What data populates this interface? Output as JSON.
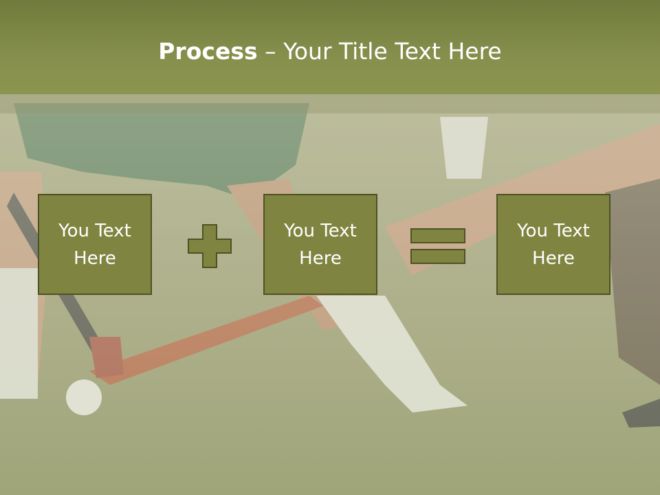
{
  "slide": {
    "title_bold": "Process",
    "title_rest": " – Your Title Text Here"
  },
  "process": {
    "boxes": [
      "You Text Here",
      "You Text Here",
      "You Text Here"
    ],
    "operator_1": "plus-icon",
    "operator_2": "equals-icon"
  },
  "colors": {
    "title_band": "#868f4c",
    "box_fill": "#7f8541",
    "box_border": "#4d5223",
    "text": "#ffffff"
  }
}
